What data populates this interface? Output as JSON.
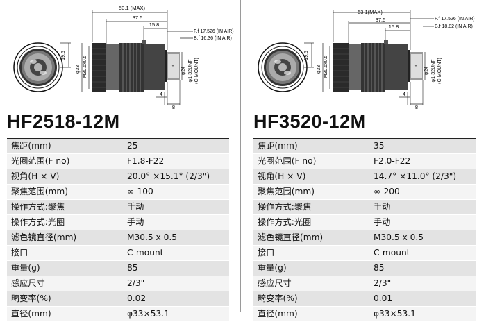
{
  "products": [
    {
      "model": "HF2518-12M",
      "dims": {
        "max": "53.1 (MAX)",
        "d375": "37.5",
        "d158": "15.8",
        "ff": "F.f 17.526 (IN AIR)",
        "bf": "B.f 16.36 (IN AIR)",
        "d195": "19.5",
        "d33": "φ33",
        "m305": "M30.5x0.5",
        "d24": "φ24",
        "unf1": "φ1-32UNF",
        "unf2": "(C-MOUNT)",
        "d4": "4",
        "d8": "8"
      },
      "specs": [
        {
          "key": "焦距(mm)",
          "val": "25"
        },
        {
          "key": "光圈范围(F no)",
          "val": "F1.8-F22"
        },
        {
          "key": "视角(H × V)",
          "val": "20.0° ×15.1° (2/3\")"
        },
        {
          "key": "聚焦范围(mm)",
          "val": "∞-100"
        },
        {
          "key": "操作方式:聚焦",
          "val": "手动"
        },
        {
          "key": "操作方式:光圈",
          "val": "手动"
        },
        {
          "key": "滤色镜直径(mm)",
          "val": "M30.5 x 0.5"
        },
        {
          "key": "接口",
          "val": "C-mount"
        },
        {
          "key": "重量(g)",
          "val": "85"
        },
        {
          "key": "感应尺寸",
          "val": "2/3\""
        },
        {
          "key": "畸变率(%)",
          "val": "0.02"
        },
        {
          "key": "直径(mm)",
          "val": "φ33×53.1"
        }
      ]
    },
    {
      "model": "HF3520-12M",
      "dims": {
        "max": "53.1(MAX)",
        "d375": "37.5",
        "d158": "15.8",
        "ff": "F.f 17.526 (IN AIR)",
        "bf": "B.f 18.82 (IN AIR)",
        "d195": "19.5",
        "d33": "φ33",
        "m305": "M30.5x0.5",
        "d24": "φ24",
        "unf1": "φ1-32UNF",
        "unf2": "(C-MOUNT)",
        "d4": "4",
        "d8": "8"
      },
      "specs": [
        {
          "key": "焦距(mm)",
          "val": "35"
        },
        {
          "key": "光圈范围(F no)",
          "val": "F2.0-F22"
        },
        {
          "key": "视角(H × V)",
          "val": "14.7° ×11.0° (2/3\")"
        },
        {
          "key": "聚焦范围(mm)",
          "val": "∞-200"
        },
        {
          "key": "操作方式:聚焦",
          "val": "手动"
        },
        {
          "key": "操作方式:光圈",
          "val": "手动"
        },
        {
          "key": "滤色镜直径(mm)",
          "val": "M30.5 x 0.5"
        },
        {
          "key": "接口",
          "val": "C-mount"
        },
        {
          "key": "重量(g)",
          "val": "85"
        },
        {
          "key": "感应尺寸",
          "val": "2/3\""
        },
        {
          "key": "畸变率(%)",
          "val": "0.01"
        },
        {
          "key": "直径(mm)",
          "val": "φ33×53.1"
        }
      ]
    }
  ]
}
